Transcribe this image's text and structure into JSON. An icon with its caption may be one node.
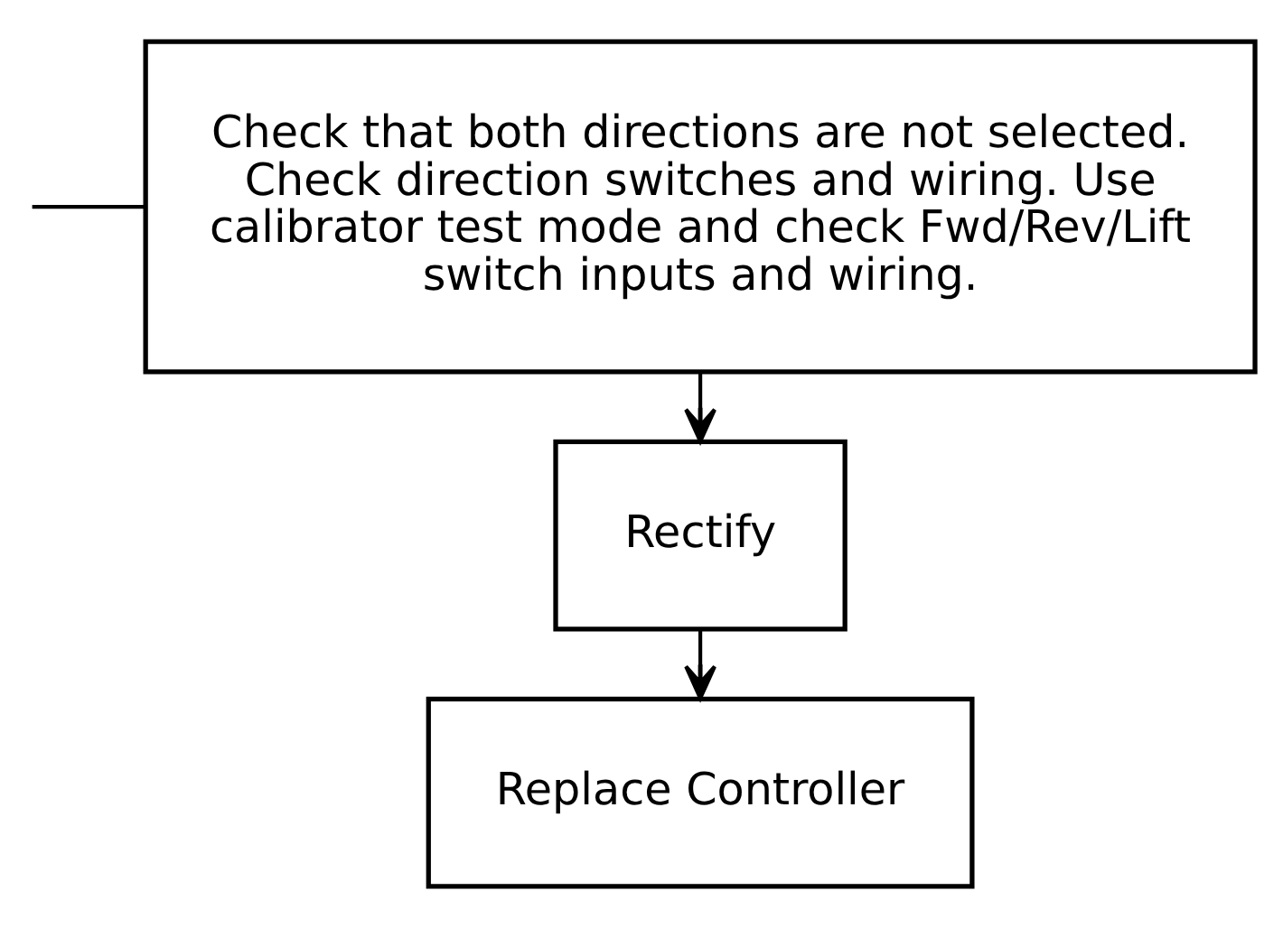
{
  "diagram": {
    "nodes": [
      {
        "text": [
          "Check that both directions are not selected. Check direction switches and wiring. Use calibrator test mode and check Fwd/Rev/Lift switch inputs and wiring."
        ]
      },
      {
        "text": [
          "Rectify"
        ]
      },
      {
        "text": [
          "Replace Controller"
        ]
      }
    ],
    "edges": [
      {
        "from": null,
        "to": 0,
        "arrow": "none"
      },
      {
        "from": 0,
        "to": 1,
        "arrow": "to"
      },
      {
        "from": 1,
        "to": 2,
        "arrow": "to"
      }
    ]
  }
}
